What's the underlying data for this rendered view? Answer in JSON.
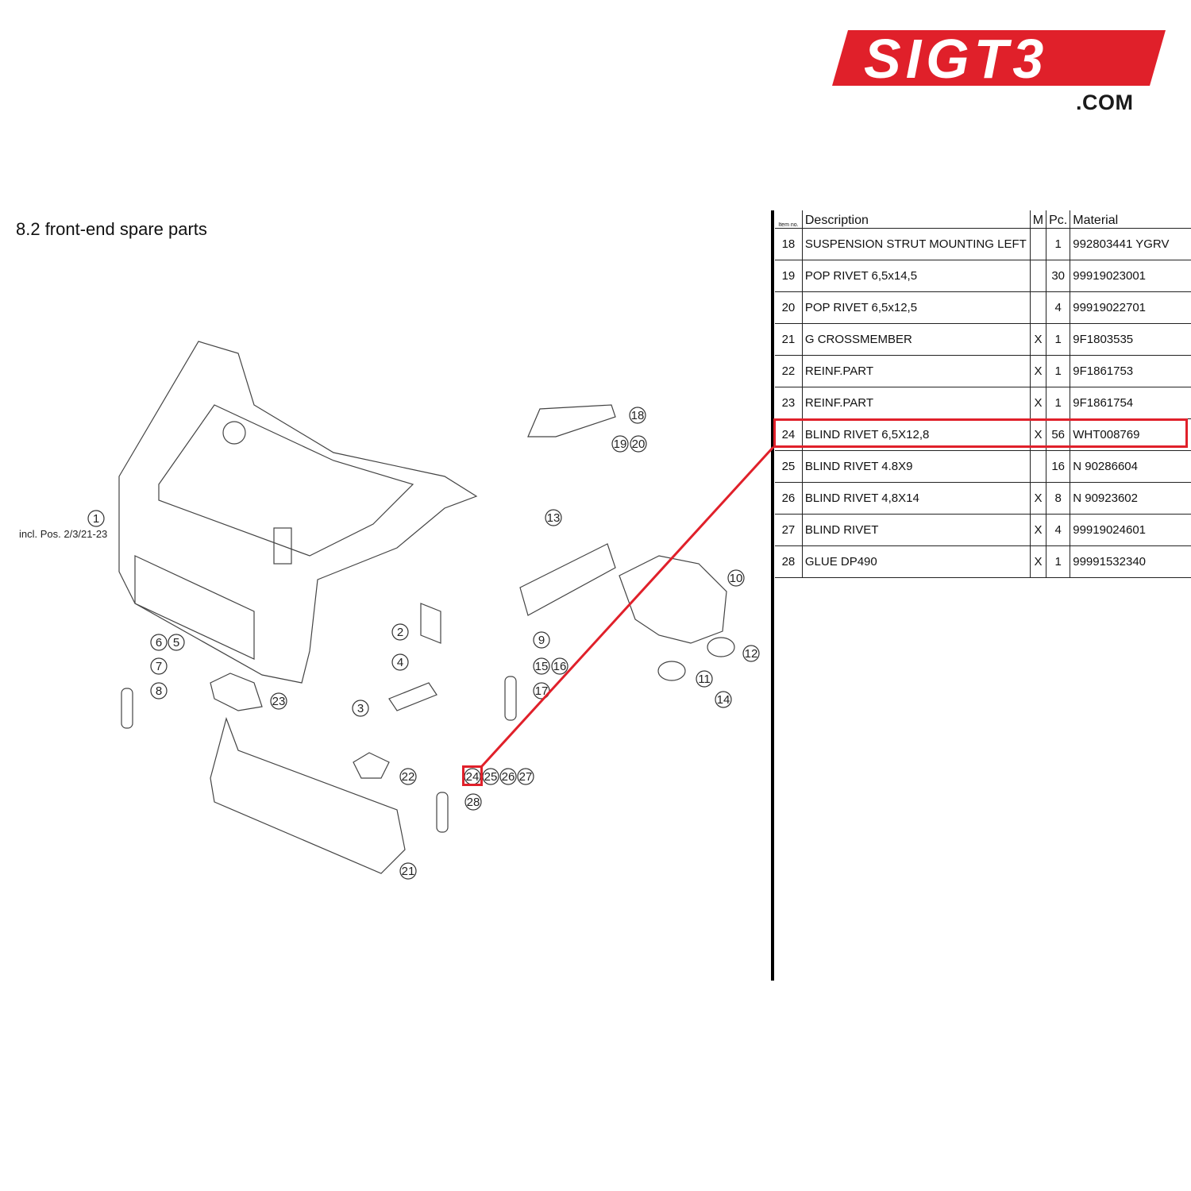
{
  "logo": {
    "brand_text": "SIGT3",
    "domain_text": ".COM",
    "brand_color": "#e0202a"
  },
  "section": {
    "title": "8.2  front-end spare parts"
  },
  "diagram": {
    "note": "incl. Pos. 2/3/21-23",
    "callouts": [
      "1",
      "2",
      "3",
      "4",
      "5",
      "6",
      "7",
      "8",
      "9",
      "10",
      "11",
      "12",
      "13",
      "14",
      "15",
      "16",
      "17",
      "18",
      "19",
      "20",
      "21",
      "22",
      "23",
      "24",
      "25",
      "26",
      "27",
      "28"
    ],
    "highlighted_item": "24"
  },
  "table": {
    "headers": {
      "item": "Item no.",
      "description": "Description",
      "m": "M",
      "pc": "Pc.",
      "material": "Material"
    },
    "rows": [
      {
        "item": "18",
        "description": "SUSPENSION STRUT MOUNTING LEFT",
        "m": "",
        "pc": "1",
        "material": "992803441 YGRV"
      },
      {
        "item": "19",
        "description": "POP RIVET 6,5x14,5",
        "m": "",
        "pc": "30",
        "material": "99919023001"
      },
      {
        "item": "20",
        "description": "POP RIVET 6,5x12,5",
        "m": "",
        "pc": "4",
        "material": "99919022701"
      },
      {
        "item": "21",
        "description": "G CROSSMEMBER",
        "m": "X",
        "pc": "1",
        "material": "9F1803535"
      },
      {
        "item": "22",
        "description": "REINF.PART",
        "m": "X",
        "pc": "1",
        "material": "9F1861753"
      },
      {
        "item": "23",
        "description": "REINF.PART",
        "m": "X",
        "pc": "1",
        "material": "9F1861754"
      },
      {
        "item": "24",
        "description": "BLIND RIVET 6,5X12,8",
        "m": "X",
        "pc": "56",
        "material": "WHT008769"
      },
      {
        "item": "25",
        "description": "BLIND RIVET 4.8X9",
        "m": "",
        "pc": "16",
        "material": "N 90286604"
      },
      {
        "item": "26",
        "description": "BLIND RIVET 4,8X14",
        "m": "X",
        "pc": "8",
        "material": "N 90923602"
      },
      {
        "item": "27",
        "description": "BLIND RIVET",
        "m": "X",
        "pc": "4",
        "material": "99919024601"
      },
      {
        "item": "28",
        "description": "GLUE DP490",
        "m": "X",
        "pc": "1",
        "material": "99991532340"
      }
    ]
  },
  "highlight_color": "#e0202a"
}
